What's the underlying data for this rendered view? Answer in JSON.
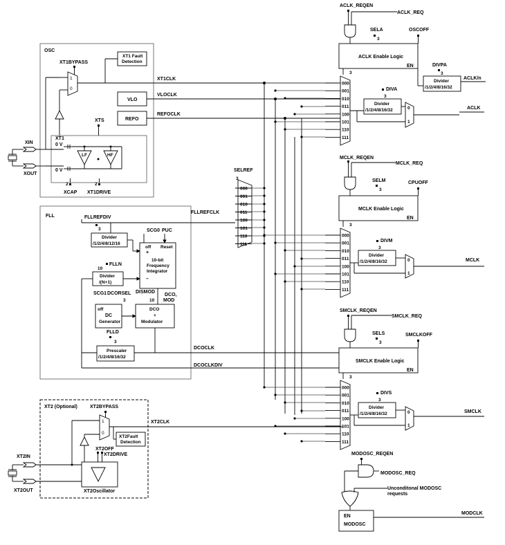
{
  "osc": {
    "title": "OSC",
    "xt1bypass": "XT1BYPASS",
    "xt1_fault_1": "XT1 Fault",
    "xt1_fault_2": "Detection",
    "xt1clk": "XT1CLK",
    "vlo": "VLO",
    "vloclk": "VLOCLK",
    "refo": "REFO",
    "refoclk": "REFOCLK",
    "xts": "XTS",
    "xt1": "XT1",
    "zero_v_top": "0 V",
    "zero_v_bot": "0 V",
    "lf": "LF",
    "hf": "HF",
    "xin": "XIN",
    "xout": "XOUT",
    "xcap": "XCAP",
    "xt1drive": "XT1DRIVE",
    "two_a": "2",
    "two_b": "2",
    "mux_1": "1",
    "mux_0": "0"
  },
  "fll": {
    "title": "FLL",
    "fllrefdiv": "FLLREFDIV",
    "three_a": "3",
    "div_title": "Divider",
    "div_vals": "/1/2/4/8/12/16",
    "scg0": "SCG0",
    "puc": "PUC",
    "off": "off",
    "reset": "Reset",
    "plus": "+",
    "minus": "–",
    "integ_1": "10-bit",
    "integ_2": "Frequency",
    "integ_3": "Integrator",
    "flln": "FLLN",
    "ten_a": "10",
    "ndiv_title": "Divider",
    "ndiv_vals": "/(N+1)",
    "scg1": "SCG1",
    "dcorsel": "DCORSEL",
    "three_b": "3",
    "dismod": "DISMOD",
    "dco_mod_1": "DCO,",
    "dco_mod_2": "MOD",
    "ten_b": "10",
    "dc_off": "off",
    "dc_1": "DC",
    "dc_2": "Generator",
    "dco_1": "DCO",
    "dco_2": "+",
    "dco_3": "Modulator",
    "flld": "FLLD",
    "three_c": "3",
    "pre_1": "Prescaler",
    "pre_2": "/1/2/4/8/16/32",
    "fllrefclk": "FLLREFCLK",
    "dcoclk": "DCOCLK",
    "dcoclkdiv": "DCOCLKDIV"
  },
  "selref": {
    "label": "SELREF",
    "three": "3",
    "inputs": [
      "000",
      "001",
      "010",
      "011",
      "100",
      "101",
      "110",
      "111"
    ]
  },
  "aclk": {
    "reqen": "ACLK_REQEN",
    "req": "ACLK_REQ",
    "sela": "SELA",
    "oscoff": "OSCOFF",
    "enable": "ACLK Enable Logic",
    "en": "EN",
    "three": "3",
    "inputs": [
      "000",
      "001",
      "010",
      "011",
      "100",
      "101",
      "110",
      "111"
    ],
    "diva": "DIVA",
    "diva_three": "3",
    "div_title": "Divider",
    "div_vals": "/1/2/4/8/16/32",
    "divpa": "DIVPA",
    "divpa_three": "3",
    "divpa_title": "Divider",
    "divpa_vals": "/1/2/4/8/16/32",
    "mux_0": "0",
    "mux_1": "1",
    "out_n": "ACLK/n",
    "out": "ACLK"
  },
  "mclk": {
    "reqen": "MCLK_REQEN",
    "req": "MCLK_REQ",
    "selm": "SELM",
    "cpuoff": "CPUOFF",
    "enable": "MCLK Enable Logic",
    "en": "EN",
    "three": "3",
    "inputs": [
      "000",
      "001",
      "010",
      "011",
      "100",
      "101",
      "110",
      "111"
    ],
    "divm": "DIVM",
    "divm_three": "3",
    "div_title": "Divider",
    "div_vals": "/1/2/4/8/16/32",
    "mux_0": "0",
    "mux_1": "1",
    "out": "MCLK"
  },
  "smclk": {
    "reqen": "SMCLK_REQEN",
    "req": "SMCLK_REQ",
    "sels": "SELS",
    "smclkoff": "SMCLKOFF",
    "enable": "SMCLK Enable Logic",
    "en": "EN",
    "three": "3",
    "inputs": [
      "000",
      "001",
      "010",
      "011",
      "100",
      "101",
      "110",
      "111"
    ],
    "divs": "DIVS",
    "divs_three": "3",
    "div_title": "Divider",
    "div_vals": "/1/2/4/8/16/32",
    "mux_0": "0",
    "mux_1": "1",
    "out": "SMCLK"
  },
  "xt2": {
    "title": "XT2 (Optional)",
    "xt2bypass": "XT2BYPASS",
    "xt2clk": "XT2CLK",
    "mux_1": "1",
    "mux_0": "0",
    "fault_1": "XT2Fault",
    "fault_2": "Detection",
    "xt2off": "XT2OFF",
    "xt2drive": "XT2DRIVE",
    "osc": "XT2Oscillator",
    "xt2in": "XT2IN",
    "xt2out": "XT2OUT"
  },
  "modosc": {
    "reqen": "MODOSC_REQEN",
    "req": "MODOSC_REQ",
    "uncond_1": "Unconditonal MODOSC",
    "uncond_2": "requests",
    "en": "EN",
    "name": "MODOSC",
    "out": "MODCLK"
  }
}
